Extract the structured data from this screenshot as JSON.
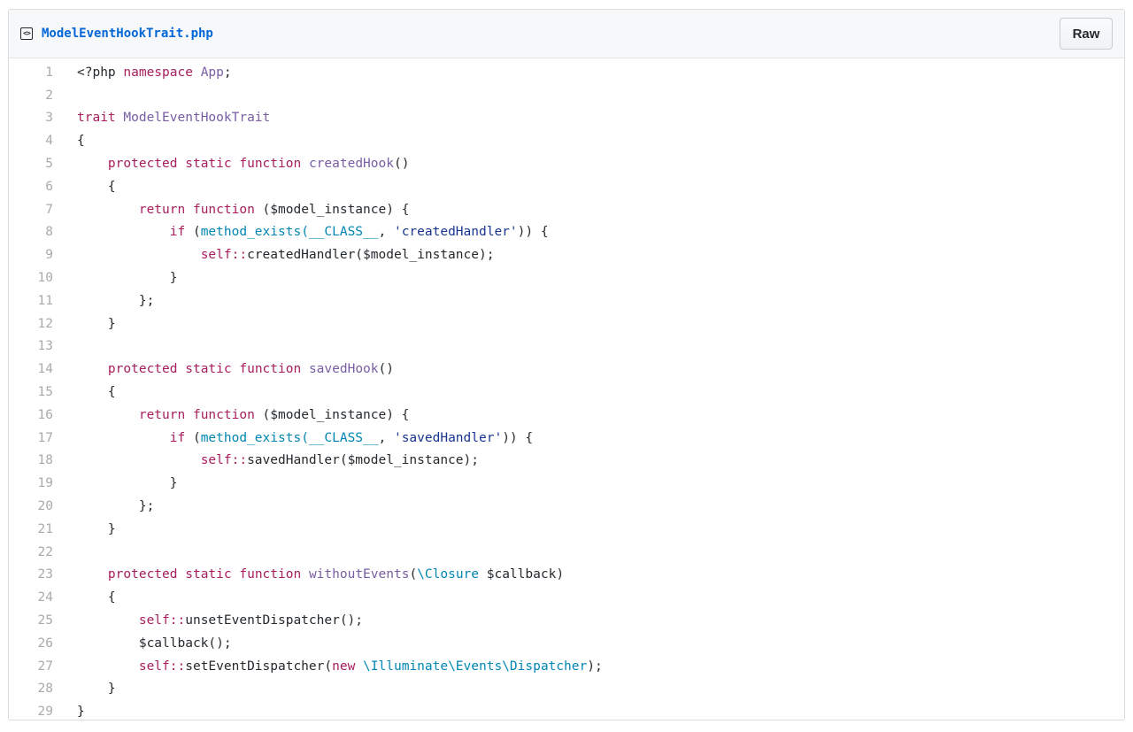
{
  "file": {
    "name": "ModelEventHookTrait.php",
    "icon": "code-file-icon",
    "raw_label": "Raw"
  },
  "code_lines": [
    [
      {
        "t": "<?php ",
        "c": "pl"
      },
      {
        "t": "namespace",
        "c": "kw"
      },
      {
        "t": " ",
        "c": "pl"
      },
      {
        "t": "App",
        "c": "en"
      },
      {
        "t": ";",
        "c": "pl"
      }
    ],
    [],
    [
      {
        "t": "trait",
        "c": "kw"
      },
      {
        "t": " ",
        "c": "pl"
      },
      {
        "t": "ModelEventHookTrait",
        "c": "en"
      }
    ],
    [
      {
        "t": "{",
        "c": "pl"
      }
    ],
    [
      {
        "t": "    ",
        "c": "pl"
      },
      {
        "t": "protected",
        "c": "kw"
      },
      {
        "t": " ",
        "c": "pl"
      },
      {
        "t": "static",
        "c": "kw"
      },
      {
        "t": " ",
        "c": "pl"
      },
      {
        "t": "function",
        "c": "kw"
      },
      {
        "t": " ",
        "c": "pl"
      },
      {
        "t": "createdHook",
        "c": "en"
      },
      {
        "t": "()",
        "c": "pl"
      }
    ],
    [
      {
        "t": "    {",
        "c": "pl"
      }
    ],
    [
      {
        "t": "        ",
        "c": "pl"
      },
      {
        "t": "return",
        "c": "kw"
      },
      {
        "t": " ",
        "c": "pl"
      },
      {
        "t": "function",
        "c": "kw"
      },
      {
        "t": " ($model_instance) {",
        "c": "pl"
      }
    ],
    [
      {
        "t": "            ",
        "c": "pl"
      },
      {
        "t": "if",
        "c": "kw"
      },
      {
        "t": " (",
        "c": "pl"
      },
      {
        "t": "method_exists(__CLASS__",
        "c": "fn"
      },
      {
        "t": ", ",
        "c": "pl"
      },
      {
        "t": "'createdHandler'",
        "c": "str"
      },
      {
        "t": ")) {",
        "c": "pl"
      }
    ],
    [
      {
        "t": "                ",
        "c": "pl"
      },
      {
        "t": "self::",
        "c": "kw"
      },
      {
        "t": "createdHandler($model_instance);",
        "c": "pl"
      }
    ],
    [
      {
        "t": "            }",
        "c": "pl"
      }
    ],
    [
      {
        "t": "        };",
        "c": "pl"
      }
    ],
    [
      {
        "t": "    }",
        "c": "pl"
      }
    ],
    [],
    [
      {
        "t": "    ",
        "c": "pl"
      },
      {
        "t": "protected",
        "c": "kw"
      },
      {
        "t": " ",
        "c": "pl"
      },
      {
        "t": "static",
        "c": "kw"
      },
      {
        "t": " ",
        "c": "pl"
      },
      {
        "t": "function",
        "c": "kw"
      },
      {
        "t": " ",
        "c": "pl"
      },
      {
        "t": "savedHook",
        "c": "en"
      },
      {
        "t": "()",
        "c": "pl"
      }
    ],
    [
      {
        "t": "    {",
        "c": "pl"
      }
    ],
    [
      {
        "t": "        ",
        "c": "pl"
      },
      {
        "t": "return",
        "c": "kw"
      },
      {
        "t": " ",
        "c": "pl"
      },
      {
        "t": "function",
        "c": "kw"
      },
      {
        "t": " ($model_instance) {",
        "c": "pl"
      }
    ],
    [
      {
        "t": "            ",
        "c": "pl"
      },
      {
        "t": "if",
        "c": "kw"
      },
      {
        "t": " (",
        "c": "pl"
      },
      {
        "t": "method_exists(__CLASS__",
        "c": "fn"
      },
      {
        "t": ", ",
        "c": "pl"
      },
      {
        "t": "'savedHandler'",
        "c": "str"
      },
      {
        "t": ")) {",
        "c": "pl"
      }
    ],
    [
      {
        "t": "                ",
        "c": "pl"
      },
      {
        "t": "self::",
        "c": "kw"
      },
      {
        "t": "savedHandler($model_instance);",
        "c": "pl"
      }
    ],
    [
      {
        "t": "            }",
        "c": "pl"
      }
    ],
    [
      {
        "t": "        };",
        "c": "pl"
      }
    ],
    [
      {
        "t": "    }",
        "c": "pl"
      }
    ],
    [],
    [
      {
        "t": "    ",
        "c": "pl"
      },
      {
        "t": "protected",
        "c": "kw"
      },
      {
        "t": " ",
        "c": "pl"
      },
      {
        "t": "static",
        "c": "kw"
      },
      {
        "t": " ",
        "c": "pl"
      },
      {
        "t": "function",
        "c": "kw"
      },
      {
        "t": " ",
        "c": "pl"
      },
      {
        "t": "withoutEvents",
        "c": "en"
      },
      {
        "t": "(",
        "c": "pl"
      },
      {
        "t": "\\Closure",
        "c": "fn"
      },
      {
        "t": " $callback)",
        "c": "pl"
      }
    ],
    [
      {
        "t": "    {",
        "c": "pl"
      }
    ],
    [
      {
        "t": "        ",
        "c": "pl"
      },
      {
        "t": "self::",
        "c": "kw"
      },
      {
        "t": "unsetEventDispatcher();",
        "c": "pl"
      }
    ],
    [
      {
        "t": "        $callback();",
        "c": "pl"
      }
    ],
    [
      {
        "t": "        ",
        "c": "pl"
      },
      {
        "t": "self::",
        "c": "kw"
      },
      {
        "t": "setEventDispatcher(",
        "c": "pl"
      },
      {
        "t": "new",
        "c": "kw"
      },
      {
        "t": " ",
        "c": "pl"
      },
      {
        "t": "\\Illuminate\\Events\\Dispatcher",
        "c": "fn"
      },
      {
        "t": ");",
        "c": "pl"
      }
    ],
    [
      {
        "t": "    }",
        "c": "pl"
      }
    ],
    [
      {
        "t": "}",
        "c": "pl"
      }
    ]
  ]
}
